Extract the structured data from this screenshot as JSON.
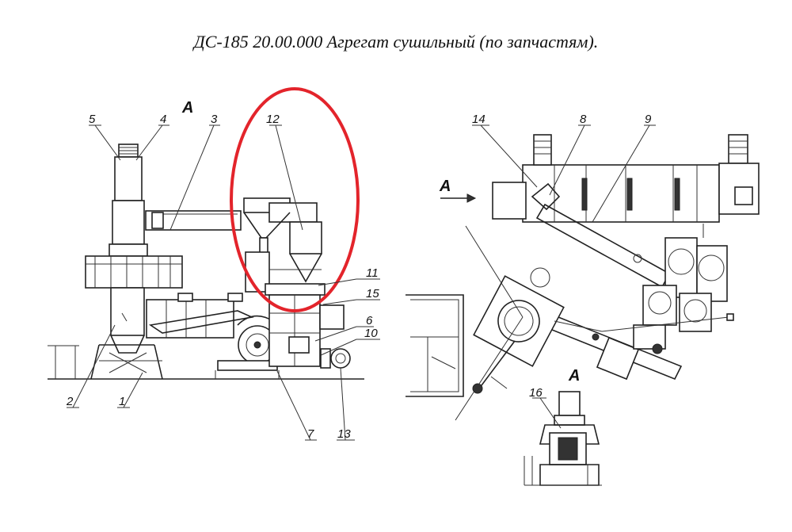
{
  "title": "ДС-185 20.00.000  Агрегат сушильный (по запчастям).",
  "view_label": "А",
  "callouts": {
    "n1": "1",
    "n2": "2",
    "n3": "3",
    "n4": "4",
    "n5": "5",
    "n6": "6",
    "n7": "7",
    "n8": "8",
    "n9": "9",
    "n10": "10",
    "n11": "11",
    "n12": "12",
    "n13": "13",
    "n14": "14",
    "n15": "15",
    "n16": "16"
  },
  "highlight_color": "#e3242b"
}
